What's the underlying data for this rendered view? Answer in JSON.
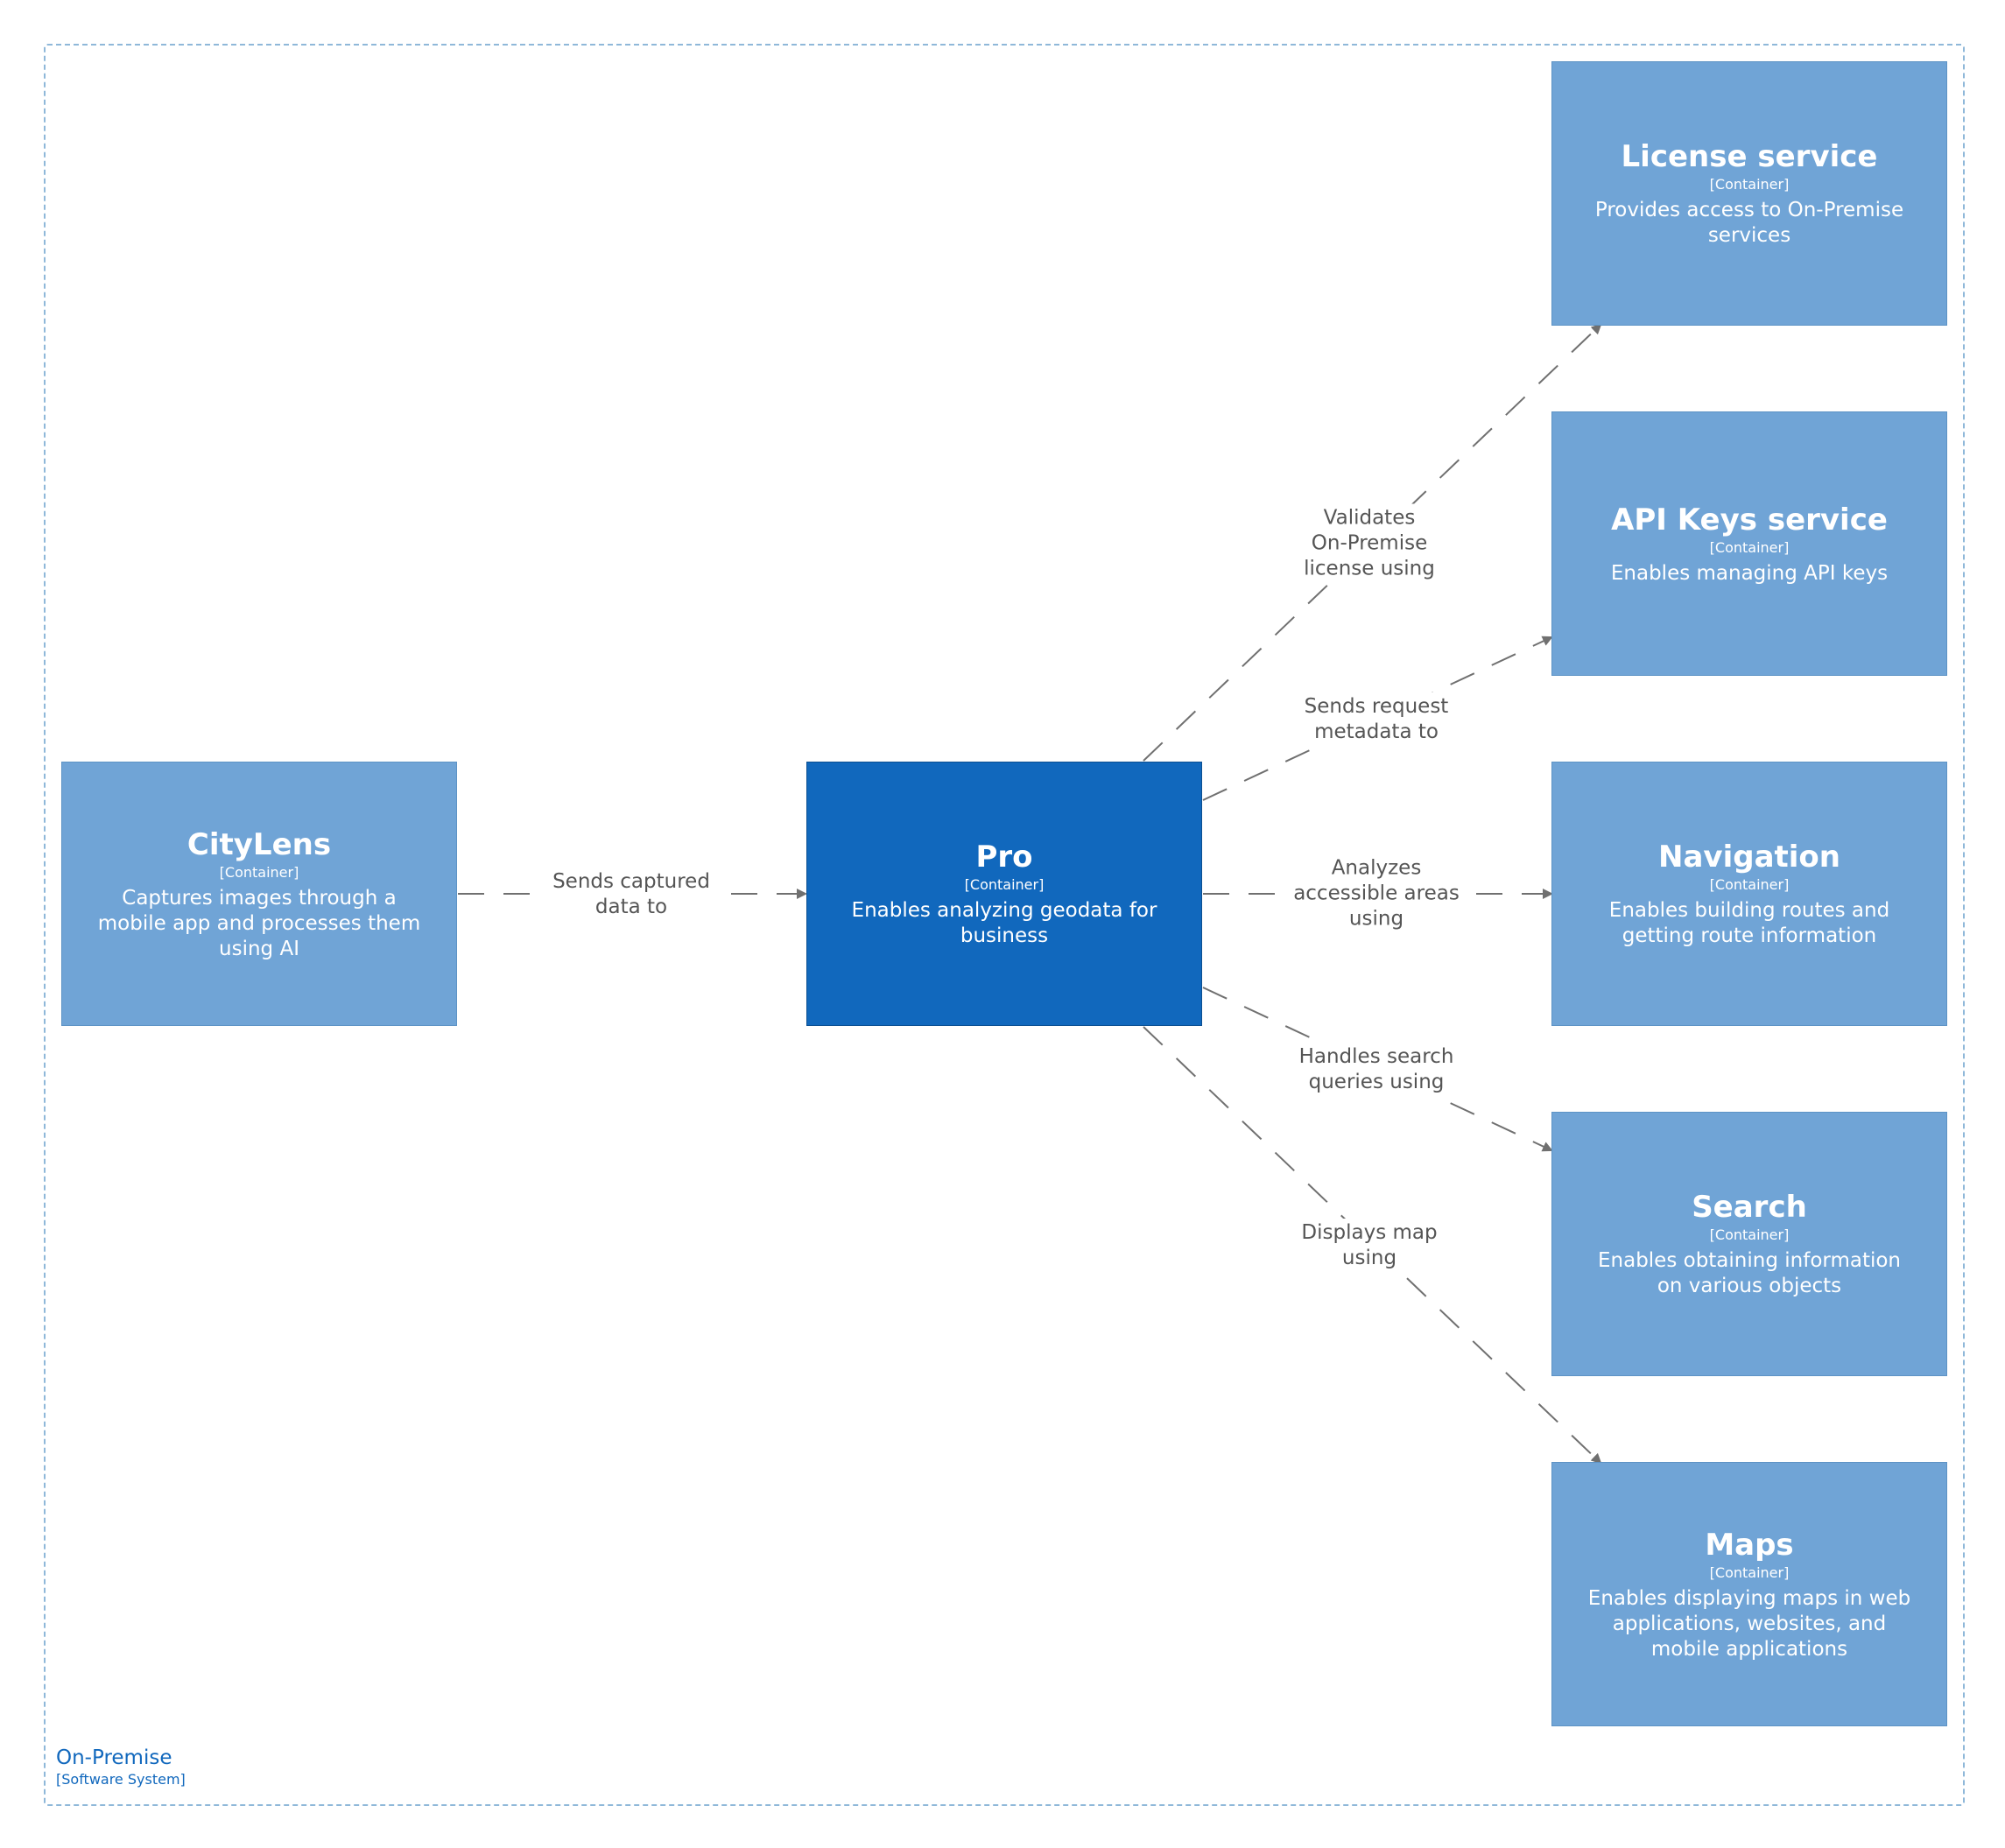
{
  "boundary": {
    "name": "On-Premise",
    "type": "[Software System]"
  },
  "colors": {
    "container": "#70a4d6",
    "focus_container": "#1168bd",
    "boundary_border": "#8fb8d9",
    "arrow": "#707070",
    "label_text": "#555555"
  },
  "containers": {
    "citylens": {
      "name": "CityLens",
      "type": "[Container]",
      "description": "Captures images through a mobile app and processes them using AI"
    },
    "pro": {
      "name": "Pro",
      "type": "[Container]",
      "description": "Enables analyzing geodata for business"
    },
    "license": {
      "name": "License service",
      "type": "[Container]",
      "description": "Provides access to On-Premise services"
    },
    "apikeys": {
      "name": "API Keys service",
      "type": "[Container]",
      "description": "Enables managing API keys"
    },
    "navigation": {
      "name": "Navigation",
      "type": "[Container]",
      "description": "Enables building routes and getting route information"
    },
    "search": {
      "name": "Search",
      "type": "[Container]",
      "description": "Enables obtaining information on various objects"
    },
    "maps": {
      "name": "Maps",
      "type": "[Container]",
      "description": "Enables displaying maps in web applications, websites, and mobile applications"
    }
  },
  "relations": {
    "citylens_pro": {
      "from": "CityLens",
      "to": "Pro",
      "line1": "Sends captured",
      "line2": "data to"
    },
    "pro_license": {
      "from": "Pro",
      "to": "License service",
      "line1": "Validates",
      "line2": "On-Premise",
      "line3": "license using"
    },
    "pro_apikeys": {
      "from": "Pro",
      "to": "API Keys service",
      "line1": "Sends request",
      "line2": "metadata to"
    },
    "pro_navigation": {
      "from": "Pro",
      "to": "Navigation",
      "line1": "Analyzes",
      "line2": "accessible areas",
      "line3": "using"
    },
    "pro_search": {
      "from": "Pro",
      "to": "Search",
      "line1": "Handles search",
      "line2": "queries using"
    },
    "pro_maps": {
      "from": "Pro",
      "to": "Maps",
      "line1": "Displays map",
      "line2": "using"
    }
  }
}
